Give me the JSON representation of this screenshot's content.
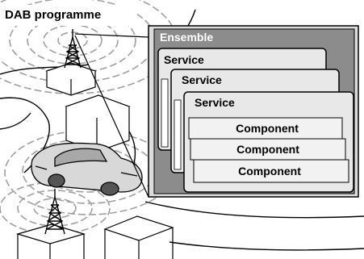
{
  "diagram": {
    "title": "DAB programme",
    "ensemble_label": "Ensemble",
    "services": [
      {
        "label": "Service"
      },
      {
        "label": "Service"
      },
      {
        "label": "Service"
      }
    ],
    "components": [
      {
        "label": "Component"
      },
      {
        "label": "Component"
      },
      {
        "label": "Component"
      }
    ],
    "colors": {
      "ensemble_fill": "#8c8c8c",
      "service_fill": "#e6e6e6",
      "component_fill": "#f2f2f2",
      "line": "#000000",
      "wave": "#a0a0a0"
    },
    "icons": [
      "transmitter-tower-icon",
      "car-icon",
      "building-icon"
    ]
  }
}
